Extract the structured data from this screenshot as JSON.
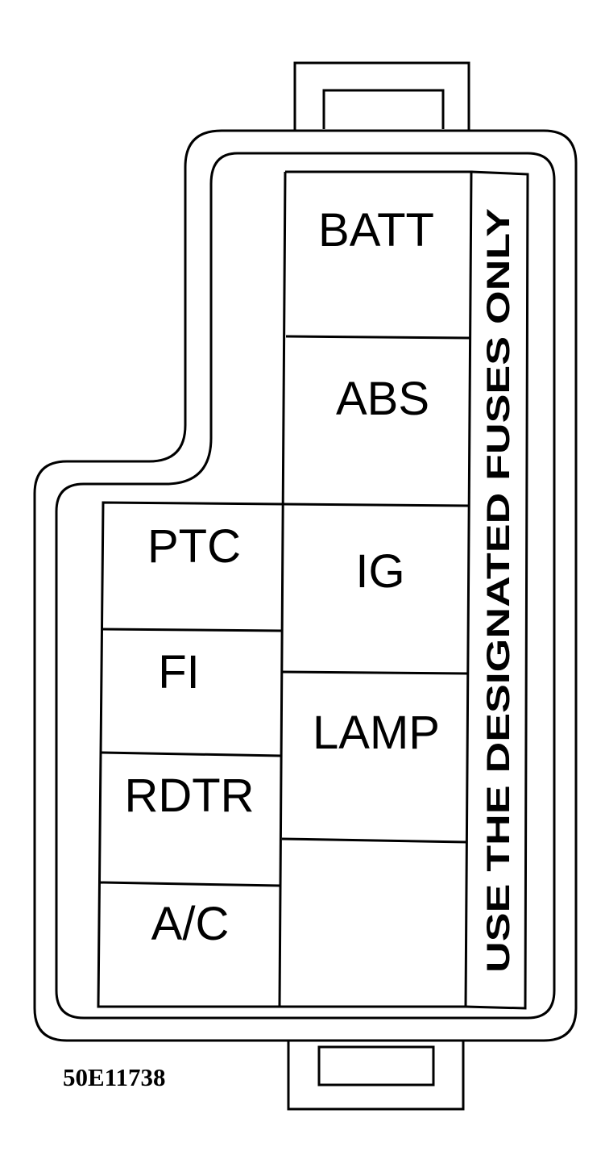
{
  "fuse_box": {
    "left_column": [
      {
        "id": "ptc",
        "label": "PTC"
      },
      {
        "id": "fi",
        "label": "FI"
      },
      {
        "id": "rdtr",
        "label": "RDTR"
      },
      {
        "id": "ac",
        "label": "A/C"
      }
    ],
    "right_column": [
      {
        "id": "batt",
        "label": "BATT"
      },
      {
        "id": "abs",
        "label": "ABS"
      },
      {
        "id": "ig",
        "label": "IG"
      },
      {
        "id": "lamp",
        "label": "LAMP"
      },
      {
        "id": "empty",
        "label": ""
      }
    ],
    "side_note": "USE THE DESIGNATED FUSES ONLY"
  },
  "figure_id": "50E11738",
  "colors": {
    "line": "#000000",
    "background": "#ffffff"
  }
}
